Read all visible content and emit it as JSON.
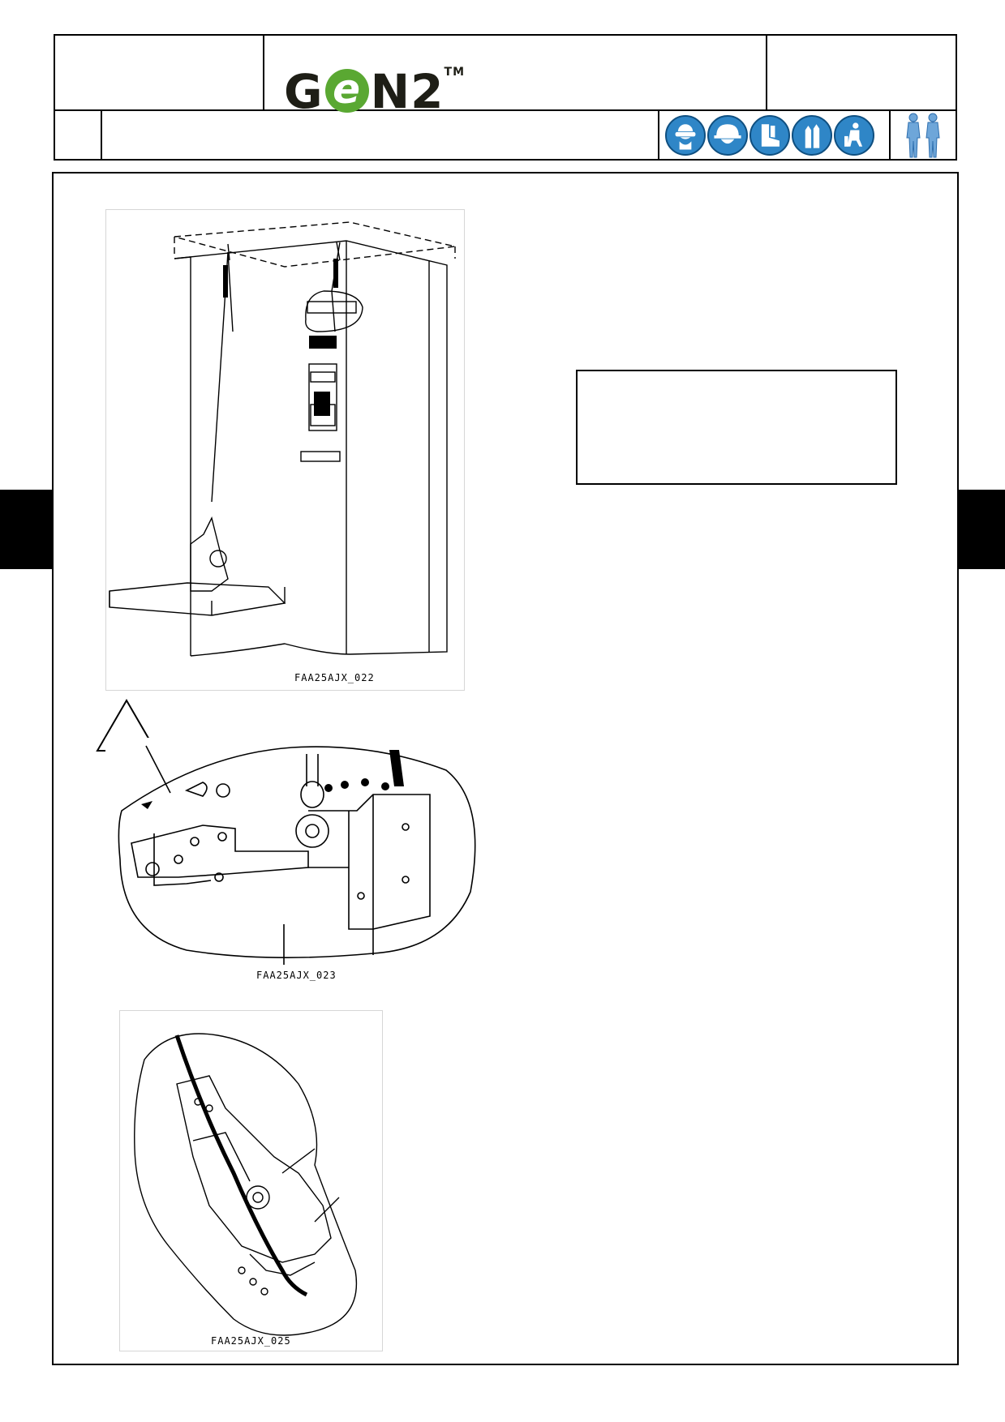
{
  "header": {
    "logo": {
      "text": "GeN2",
      "trademark": "TM",
      "color_green": "#5aa832",
      "color_dark": "#1e1e16"
    },
    "safety_icons": [
      "safety-glasses-icon",
      "hard-hat-icon",
      "safety-boots-icon",
      "safety-gloves-icon",
      "safety-harness-icon"
    ],
    "two_person_icon": "two-person-icon",
    "icon_color": "#2f86c7"
  },
  "figures": [
    {
      "caption": "FAA25AJX_022"
    },
    {
      "caption": "FAA25AJX_023"
    },
    {
      "caption": "FAA25AJX_025"
    }
  ]
}
